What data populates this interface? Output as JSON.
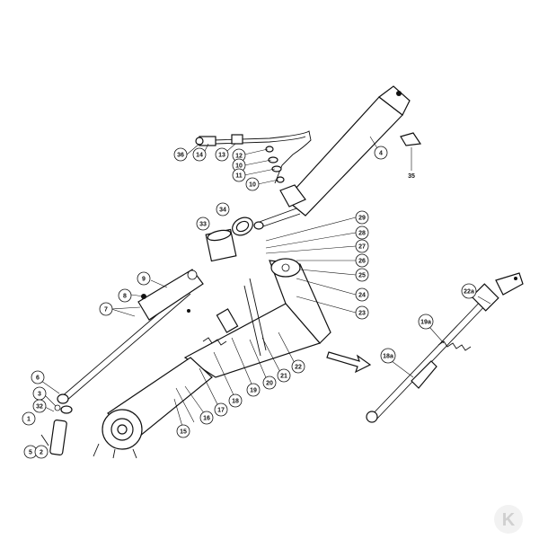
{
  "diagram": {
    "callouts": {
      "c36": "36",
      "c14": "14",
      "c13": "13",
      "c12": "12",
      "c10a": "10",
      "c11": "11",
      "c10b": "10",
      "c4": "4",
      "c35": "35",
      "c33": "33",
      "c34": "34",
      "c29": "29",
      "c28": "28",
      "c27": "27",
      "c26": "26",
      "c25": "25",
      "c24": "24",
      "c23": "23",
      "c9": "9",
      "c8": "8",
      "c7": "7",
      "c6": "6",
      "c3": "3",
      "c32": "32",
      "c1": "1",
      "c5": "5",
      "c2": "2",
      "c22": "22",
      "c21": "21",
      "c20": "20",
      "c19": "19",
      "c18": "18",
      "c17": "17",
      "c16": "16",
      "c15": "15",
      "c22a": "22a",
      "c19a": "19a",
      "c18a": "18a"
    },
    "logo": "K"
  }
}
